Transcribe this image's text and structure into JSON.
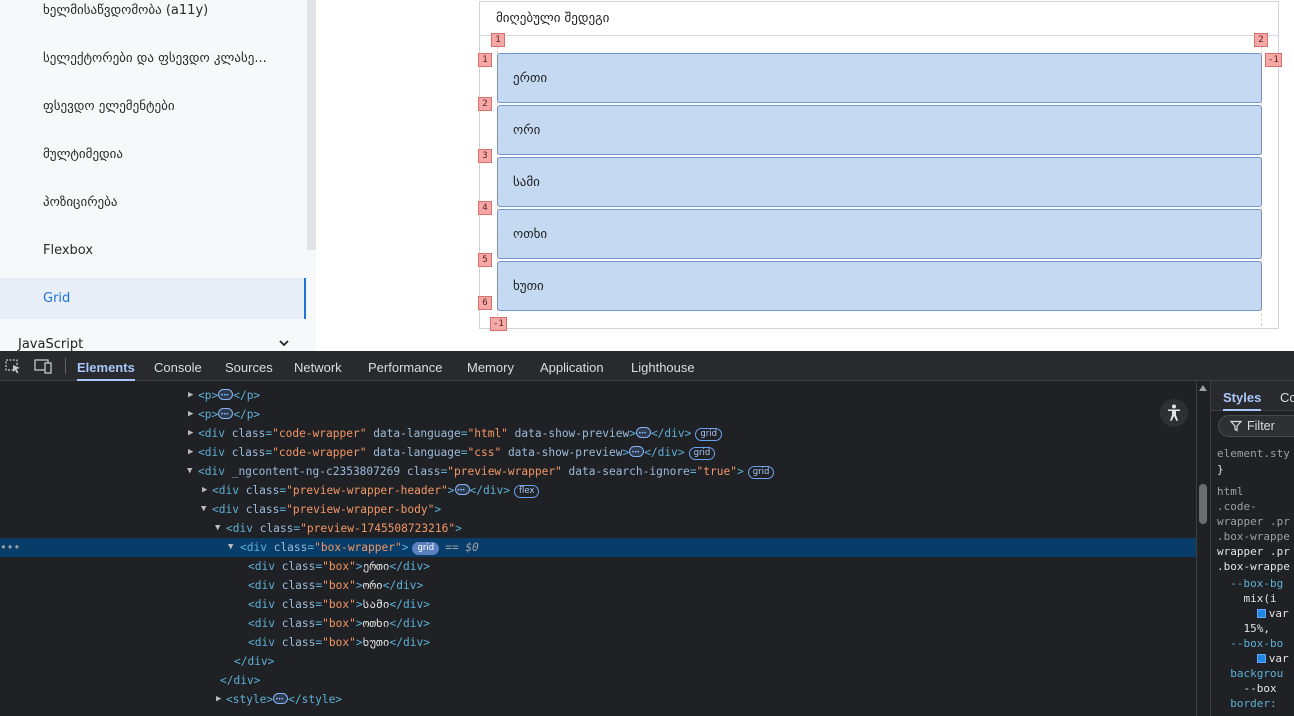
{
  "sidebar": {
    "items": [
      {
        "label": "ხელმისაწვდომობა (a11y)",
        "active": false
      },
      {
        "label": "სელექტორები და ფსევდო კლასე...",
        "active": false
      },
      {
        "label": "ფსევდო ელემენტები",
        "active": false
      },
      {
        "label": "მულტიმედია",
        "active": false
      },
      {
        "label": "პოზიცირება",
        "active": false
      },
      {
        "label": "Flexbox",
        "active": false
      },
      {
        "label": "Grid",
        "active": true
      }
    ],
    "section_javascript": "JavaScript"
  },
  "preview": {
    "header": "მიღებული შედეგი",
    "boxes": [
      "ერთი",
      "ორი",
      "სამი",
      "ოთხი",
      "ხუთი"
    ],
    "grid_labels": {
      "col_top": [
        "1",
        "2"
      ],
      "col_right": "-1",
      "rows": [
        "1",
        "2",
        "3",
        "4",
        "5",
        "6"
      ],
      "row_bottom": "-1"
    }
  },
  "devtools": {
    "tabs": [
      "Elements",
      "Console",
      "Sources",
      "Network",
      "Performance",
      "Memory",
      "Application",
      "Lighthouse"
    ],
    "active_tab": "Elements",
    "dom": {
      "l1_open": "<p>",
      "l1_close": "</p>",
      "l2_open": "<p>",
      "l2_close": "</p>",
      "div_open": "<div",
      "div_close": "</div>",
      "class_attr": "class",
      "code_wrapper": "\"code-wrapper\"",
      "data_language": "data-language",
      "html_lang": "\"html\"",
      "css_lang": "\"css\"",
      "show_preview": "data-show-preview",
      "ngcontent": "_ngcontent-ng-c2353807269",
      "preview_wrapper": "\"preview-wrapper\"",
      "search_ignore": "data-search-ignore",
      "true_val": "\"true\"",
      "pw_header": "\"preview-wrapper-header\"",
      "pw_body": "\"preview-wrapper-body\"",
      "preview_id": "\"preview-1745508723216\"",
      "box_wrapper": "\"box-wrapper\"",
      "box_class": "\"box\"",
      "box_texts": [
        "ერთი",
        "ორი",
        "სამი",
        "ოთხი",
        "ხუთი"
      ],
      "style_open": "<style>",
      "style_close": "</style>",
      "badge_grid": "grid",
      "badge_flex": "flex",
      "dollar_ref": "== $0",
      "gt": ">",
      "eq": "="
    },
    "styles": {
      "tabs": [
        "Styles",
        "Co"
      ],
      "filter_label": "Filter",
      "lines": [
        {
          "text": "element.sty",
          "kind": "sel-c"
        },
        {
          "text": "}",
          "kind": "sel-w"
        },
        {
          "text": "html",
          "kind": "sel-c"
        },
        {
          "text": ".code-",
          "kind": "sel-c"
        },
        {
          "text": "wrapper .pr",
          "kind": "sel-c"
        },
        {
          "text": ".box-wrappe",
          "kind": "sel-c"
        },
        {
          "text": "wrapper .pr",
          "kind": "sel-w"
        },
        {
          "text": ".box-wrappe",
          "kind": "sel-w"
        },
        {
          "text": "  --box-bg",
          "kind": "prop"
        },
        {
          "text": "    mix(i",
          "kind": "val"
        },
        {
          "text": "      var",
          "kind": "swatchval"
        },
        {
          "text": "    15%,",
          "kind": "val"
        },
        {
          "text": "  --box-bo",
          "kind": "prop"
        },
        {
          "text": "      var",
          "kind": "swatchval"
        },
        {
          "text": "  backgrou",
          "kind": "prop"
        },
        {
          "text": "    --box",
          "kind": "val"
        },
        {
          "text": "  border:",
          "kind": "prop"
        }
      ]
    }
  },
  "colors": {
    "accent": "#1e73d8",
    "box_fill": "#c5d9f2",
    "devtools_bg": "#202124",
    "selected_row": "#073d68"
  }
}
